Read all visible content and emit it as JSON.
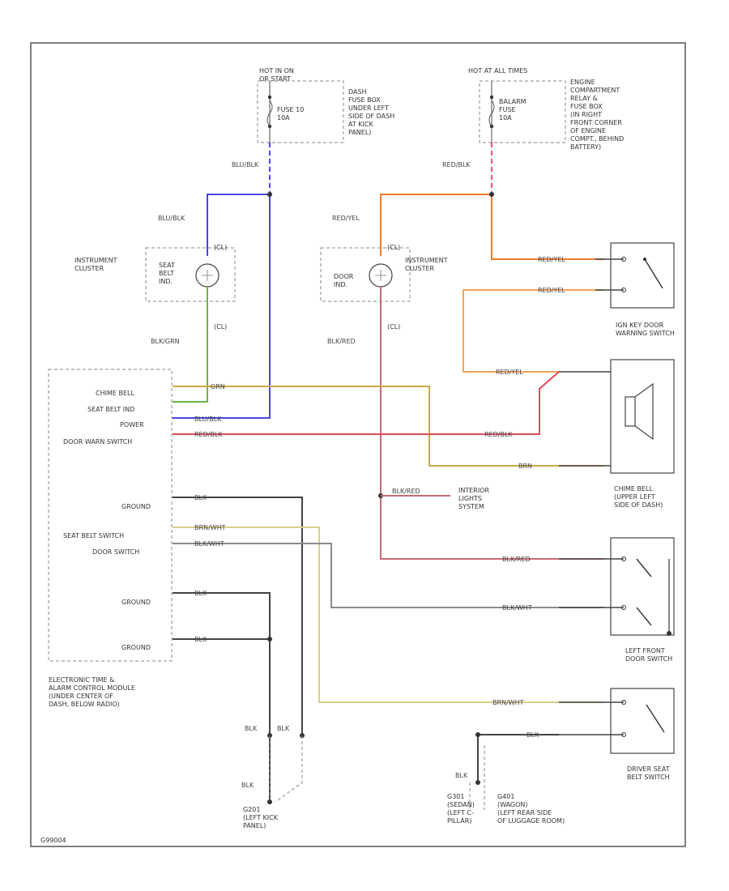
{
  "colors": {
    "blu_blk": "#4b46e0",
    "red_yel": "#f07a2a",
    "red_blk": "#e04a5a",
    "grn": "#6fb14a",
    "brn": "#c9a94a",
    "blk": "#444444",
    "blk_red": "#c86a78",
    "blk_wht": "#8a8a8a",
    "brn_wht": "#d8cf8a",
    "red_blk_short": "#ff4a6a"
  },
  "labels": {
    "hot_run_start": "HOT IN ON\nOR START",
    "fuse_10": "FUSE 10\n10A",
    "dash_fuse_box": "DASH\nFUSE BOX\nUNDER LEFT\nSIDE OF DASH\nAT KICK\nPANEL)",
    "hot_all_times": "HOT AT ALL TIMES",
    "engine_fuse": "BALARM\nFUSE\n10A",
    "engine_fuse_box": "ENGINE\nCOMPARTMENT\nRELAY &\nFUSE BOX\n(IN RIGHT\nFRONT CORNER\nOF ENGINE\nCOMPT., BEHIND\nBATTERY)",
    "blu_blk_top": "BLU/BLK",
    "red_blk_top": "RED/BLK",
    "blu_blk_2": "BLU/BLK",
    "red_yel_2": "RED/YEL",
    "inst_cluster_1": "INSTRUMENT\nCLUSTER",
    "seat_belt_ind": "SEAT\nBELT\nIND.",
    "door_ind": "DOOR\nIND.",
    "inst_cluster_2": "INSTRUMENT\nCLUSTER",
    "conn_cl_1": "(CL)",
    "conn_cl_2": "(CL)",
    "conn_cl_3": "(CL)",
    "conn_cl_4": "(CL)",
    "blk_grn": "BLK/GRN",
    "blk_red": "BLK/RED",
    "ig_key_switch": "IGN KEY DOOR\nWARNING SWITCH",
    "red_yel_3": "RED/YEL",
    "red_yel_4": "RED/YEL",
    "red_yel_5": "RED/YEL",
    "chime_bell_lbl": "CHIME BELL",
    "seat_belt_ind_lbl": "SEAT BELT IND",
    "power_lbl": "POWER",
    "door_warn_lbl": "DOOR WARN SWITCH",
    "grn_w": "GRN",
    "blu_blk_w": "BLU/BLK",
    "red_blk_w": "RED/BLK",
    "red_blk_w2": "RED/BLK",
    "brn_w": "BRN",
    "chime_bell": "CHIME BELL\n(UPPER LEFT\nSIDE OF DASH)",
    "ground_1": "GROUND",
    "blk_w1": "BLK",
    "blk_red_w": "BLK/RED",
    "interior_lights": "INTERIOR\nLIGHTS\nSYSTEM",
    "seat_belt_switch_lbl": "SEAT BELT SWITCH",
    "door_switch_lbl": "DOOR SWITCH",
    "brn_wht_w": "BRN/WHT",
    "blk_wht_w": "BLK/WHT",
    "blk_red_w2": "BLK/RED",
    "blk_wht_w2": "BLK/WHT",
    "left_front_door": "LEFT FRONT\nDOOR SWITCH",
    "ground_2": "GROUND",
    "blk_w2": "BLK",
    "ground_3": "GROUND",
    "blk_w3": "BLK",
    "module": "ELECTRONIC TIME &\nALARM CONTROL MODULE\n(UNDER CENTER OF\nDASH, BELOW RADIO)",
    "brn_wht_w2": "BRN/WHT",
    "blk_w4": "BLK",
    "driver_seat": "DRIVER SEAT\nBELT SWITCH",
    "blk_g1": "BLK",
    "blk_g2": "BLK",
    "blk_g3": "BLK",
    "g_left": "G201\n(LEFT KICK\nPANEL)",
    "blk_g4": "BLK",
    "g_sedan": "G301\n(SEDAN)\n(LEFT C-\nPILLAR)",
    "g_wagon": "G401\n(WAGON)\n(LEFT REAR SIDE\nOF LUGGAGE ROOM)",
    "footer_code": "G99004"
  }
}
